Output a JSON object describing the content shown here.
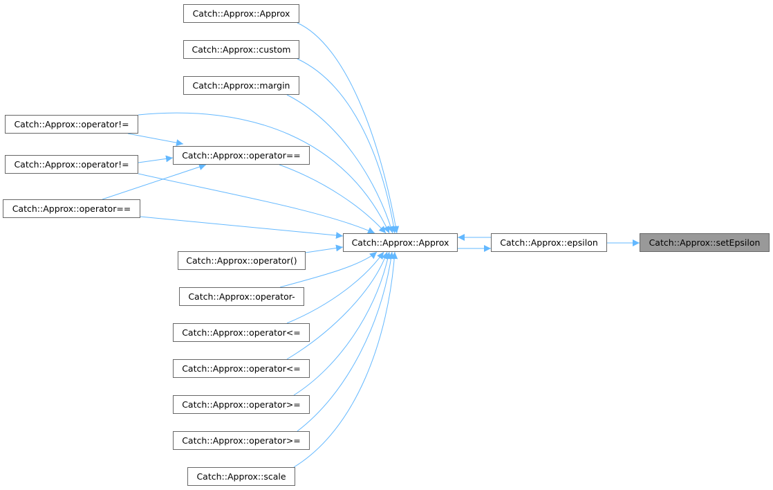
{
  "diagram": {
    "edge_color": "#63b8ff",
    "node_border_color": "#666666",
    "selected_node_fill": "#999999",
    "nodes": {
      "approx_approx_top": "Catch::Approx::Approx",
      "approx_custom": "Catch::Approx::custom",
      "approx_margin": "Catch::Approx::margin",
      "op_ne_1": "Catch::Approx::operator!=",
      "op_eq_mid": "Catch::Approx::operator==",
      "op_ne_2": "Catch::Approx::operator!=",
      "op_eq_left": "Catch::Approx::operator==",
      "approx_approx_center": "Catch::Approx::Approx",
      "approx_epsilon": "Catch::Approx::epsilon",
      "approx_setepsilon": "Catch::Approx::setEpsilon",
      "op_call": "Catch::Approx::operator()",
      "op_minus": "Catch::Approx::operator-",
      "op_le_1": "Catch::Approx::operator<=",
      "op_le_2": "Catch::Approx::operator<=",
      "op_ge_1": "Catch::Approx::operator>=",
      "op_ge_2": "Catch::Approx::operator>=",
      "approx_scale": "Catch::Approx::scale"
    },
    "edges": [
      {
        "from": "approx_epsilon",
        "to": "approx_setepsilon"
      },
      {
        "from": "approx_approx_center",
        "to": "approx_epsilon"
      },
      {
        "from": "approx_epsilon",
        "to": "approx_approx_center"
      },
      {
        "from": "approx_approx_top",
        "to": "approx_approx_center"
      },
      {
        "from": "approx_custom",
        "to": "approx_approx_center"
      },
      {
        "from": "approx_margin",
        "to": "approx_approx_center"
      },
      {
        "from": "op_ne_1",
        "to": "approx_approx_center"
      },
      {
        "from": "op_eq_mid",
        "to": "approx_approx_center"
      },
      {
        "from": "op_ne_2",
        "to": "approx_approx_center"
      },
      {
        "from": "op_eq_left",
        "to": "approx_approx_center"
      },
      {
        "from": "op_call",
        "to": "approx_approx_center"
      },
      {
        "from": "op_minus",
        "to": "approx_approx_center"
      },
      {
        "from": "op_le_1",
        "to": "approx_approx_center"
      },
      {
        "from": "op_le_2",
        "to": "approx_approx_center"
      },
      {
        "from": "op_ge_1",
        "to": "approx_approx_center"
      },
      {
        "from": "op_ge_2",
        "to": "approx_approx_center"
      },
      {
        "from": "approx_scale",
        "to": "approx_approx_center"
      },
      {
        "from": "op_ne_1",
        "to": "op_eq_mid"
      },
      {
        "from": "op_ne_2",
        "to": "op_eq_mid"
      },
      {
        "from": "op_eq_left",
        "to": "op_eq_mid"
      }
    ]
  }
}
